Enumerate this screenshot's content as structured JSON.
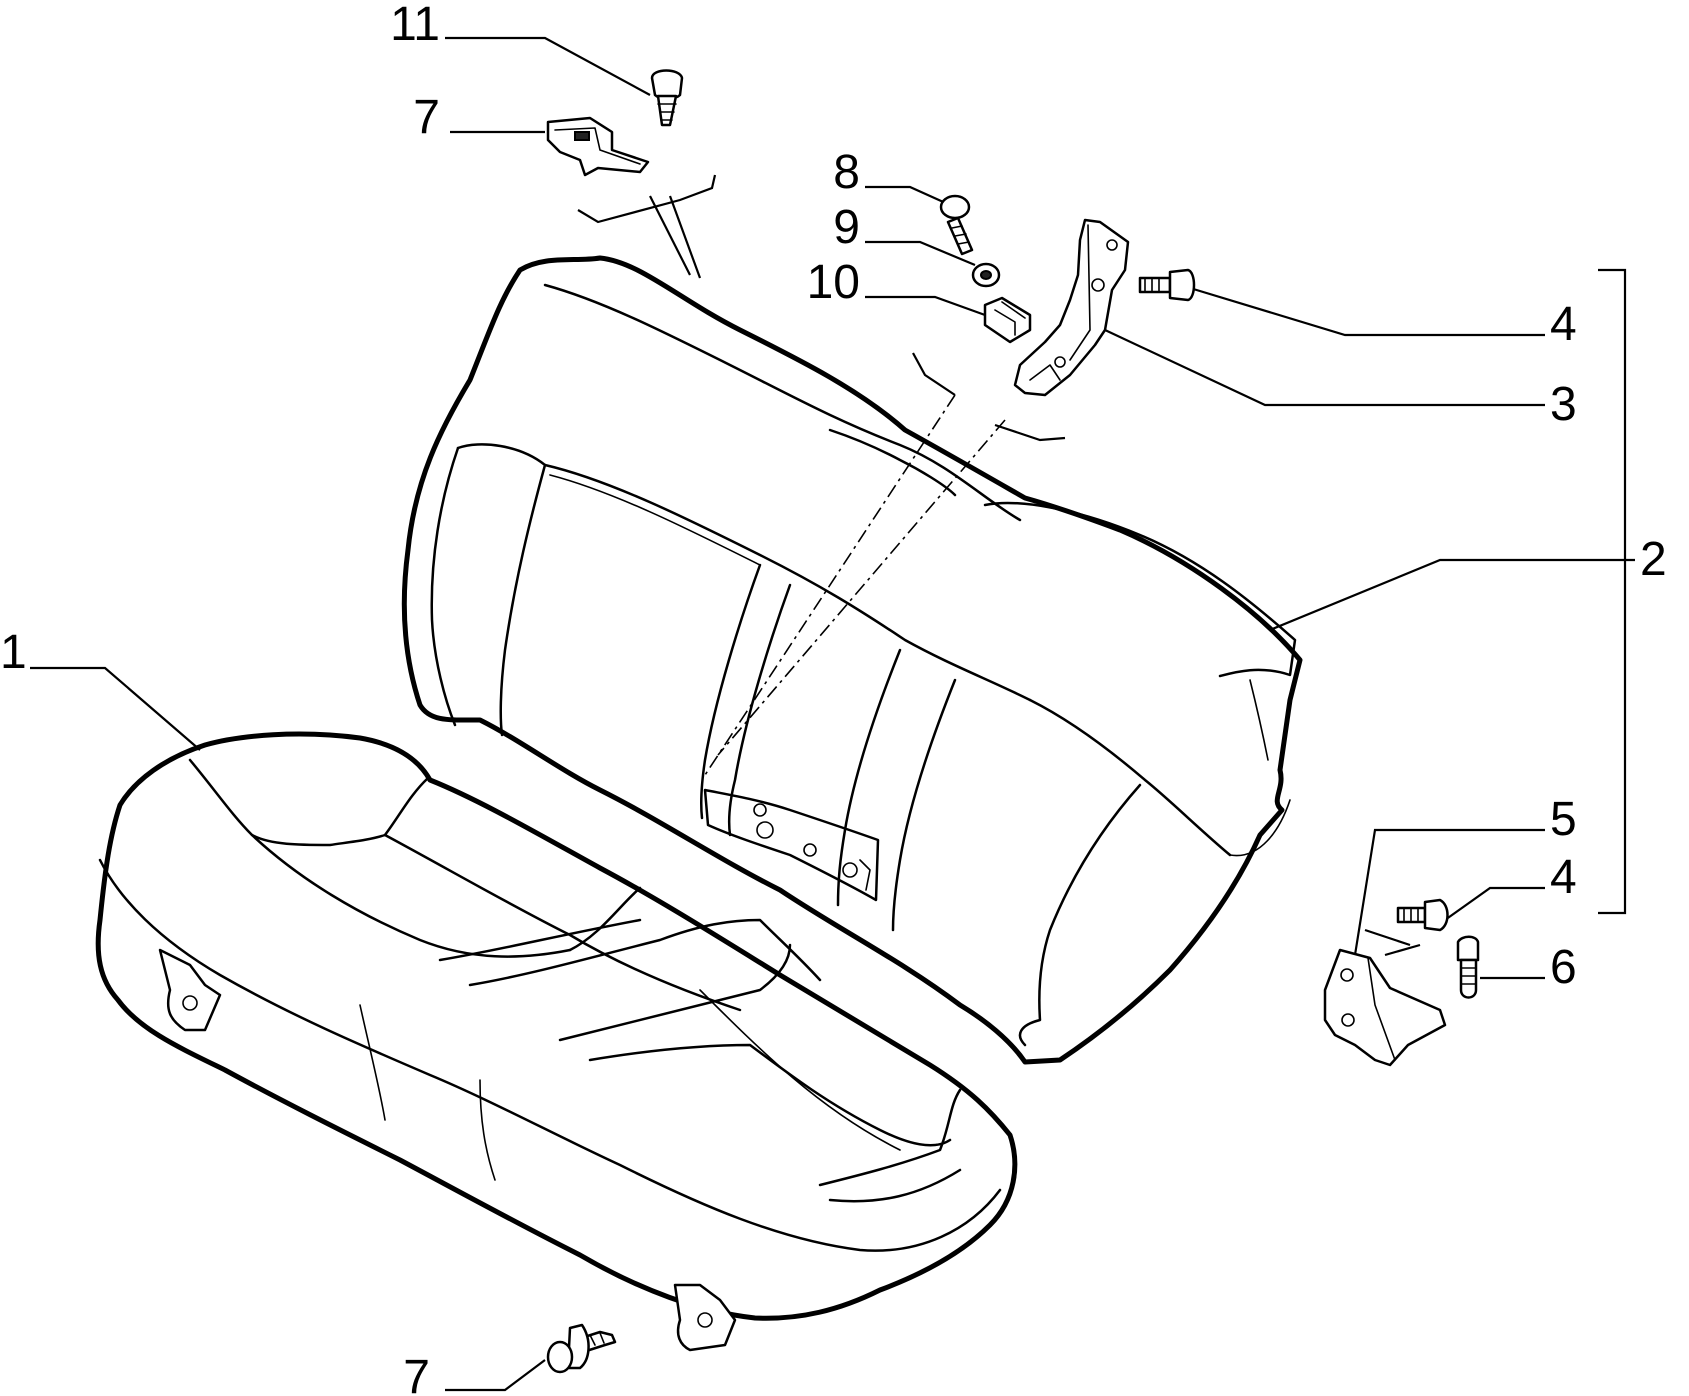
{
  "diagram": {
    "callouts": [
      {
        "id": "c1",
        "number": "1"
      },
      {
        "id": "c2",
        "number": "2"
      },
      {
        "id": "c3",
        "number": "3"
      },
      {
        "id": "c4a",
        "number": "4"
      },
      {
        "id": "c4b",
        "number": "4"
      },
      {
        "id": "c5",
        "number": "5"
      },
      {
        "id": "c6",
        "number": "6"
      },
      {
        "id": "c7a",
        "number": "7"
      },
      {
        "id": "c7b",
        "number": "7"
      },
      {
        "id": "c8",
        "number": "8"
      },
      {
        "id": "c9",
        "number": "9"
      },
      {
        "id": "c10",
        "number": "10"
      },
      {
        "id": "c11",
        "number": "11"
      }
    ]
  }
}
